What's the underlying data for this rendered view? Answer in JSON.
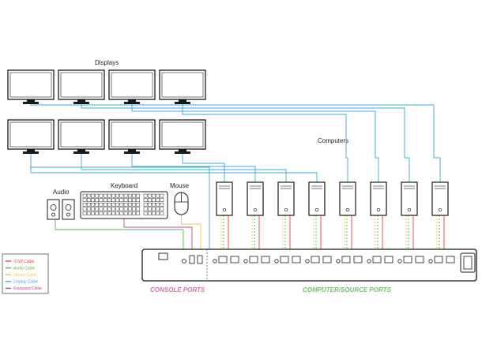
{
  "labels": {
    "displays": "Displays",
    "computers": "Computers",
    "audio": "Audio",
    "keyboard": "Keyboard",
    "mouse": "Mouse",
    "console_ports": "CONSOLE PORTS",
    "computer_ports": "COMPUTER/SOURCE PORTS"
  },
  "legend": [
    {
      "label": "/USB Cable",
      "color": "#e8403a"
    },
    {
      "label": "Audio Cable",
      "color": "#55b548"
    },
    {
      "label": "Mouse Cable",
      "color": "#f2c431"
    },
    {
      "label": "Display Cable",
      "color": "#3aa8d8"
    },
    {
      "label": "Keyboard Cable",
      "color": "#b04aa0"
    }
  ],
  "colors": {
    "usb": "#e8403a",
    "audio": "#55b548",
    "mouse": "#f2c431",
    "display": "#3aa8d8",
    "keyboard": "#b04aa0",
    "console_ports": "#d86fb0",
    "computer_ports": "#72c46a",
    "outline": "#1a1a1a"
  },
  "counts": {
    "display_rows": 2,
    "displays_per_row": 4,
    "computers": 8
  }
}
